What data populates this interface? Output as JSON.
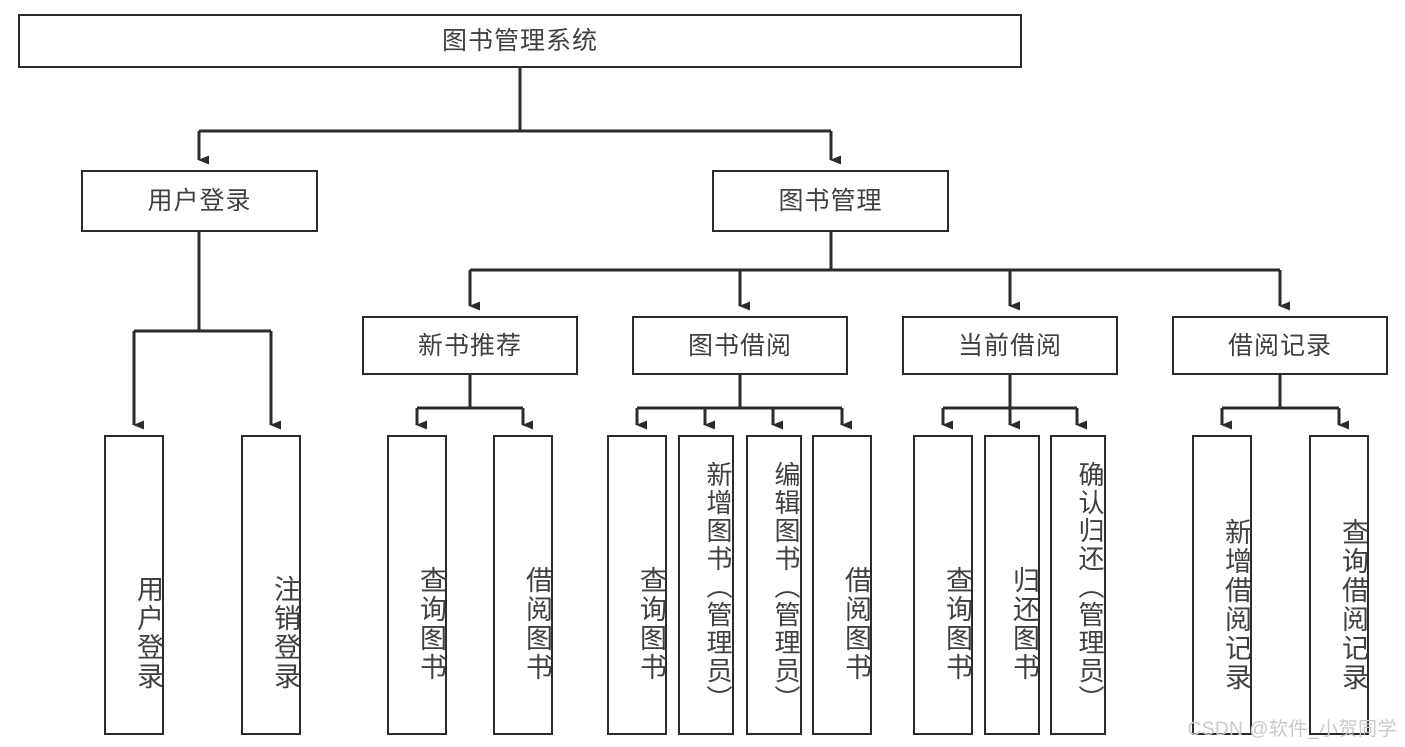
{
  "diagram": {
    "type": "tree-hierarchy",
    "title": "图书管理系统",
    "watermark": "CSDN @软件_小贺同学",
    "colors": {
      "box_border": "#2b2b2b",
      "box_fill": "#ffffff",
      "text": "#404040",
      "connector": "#2b2b2b",
      "watermark": "#c9c9c9",
      "background": "#ffffff"
    },
    "root": {
      "label": "图书管理系统"
    },
    "level2": [
      {
        "label": "用户登录"
      },
      {
        "label": "图书管理"
      }
    ],
    "level3": [
      {
        "label": "新书推荐"
      },
      {
        "label": "图书借阅"
      },
      {
        "label": "当前借阅"
      },
      {
        "label": "借阅记录"
      }
    ],
    "leaves": [
      {
        "label": "用户登录",
        "parent": "用户登录"
      },
      {
        "label": "注销登录",
        "parent": "用户登录"
      },
      {
        "label": "查询图书",
        "parent": "新书推荐"
      },
      {
        "label": "借阅图书",
        "parent": "新书推荐"
      },
      {
        "label": "查询图书",
        "parent": "图书借阅"
      },
      {
        "label": "新增图书（管理员）",
        "parent": "图书借阅"
      },
      {
        "label": "编辑图书（管理员）",
        "parent": "图书借阅"
      },
      {
        "label": "借阅图书",
        "parent": "图书借阅"
      },
      {
        "label": "查询图书",
        "parent": "当前借阅"
      },
      {
        "label": "归还图书",
        "parent": "当前借阅"
      },
      {
        "label": "确认归还（管理员）",
        "parent": "当前借阅"
      },
      {
        "label": "新增借阅记录",
        "parent": "借阅记录"
      },
      {
        "label": "查询借阅记录",
        "parent": "借阅记录"
      }
    ]
  }
}
